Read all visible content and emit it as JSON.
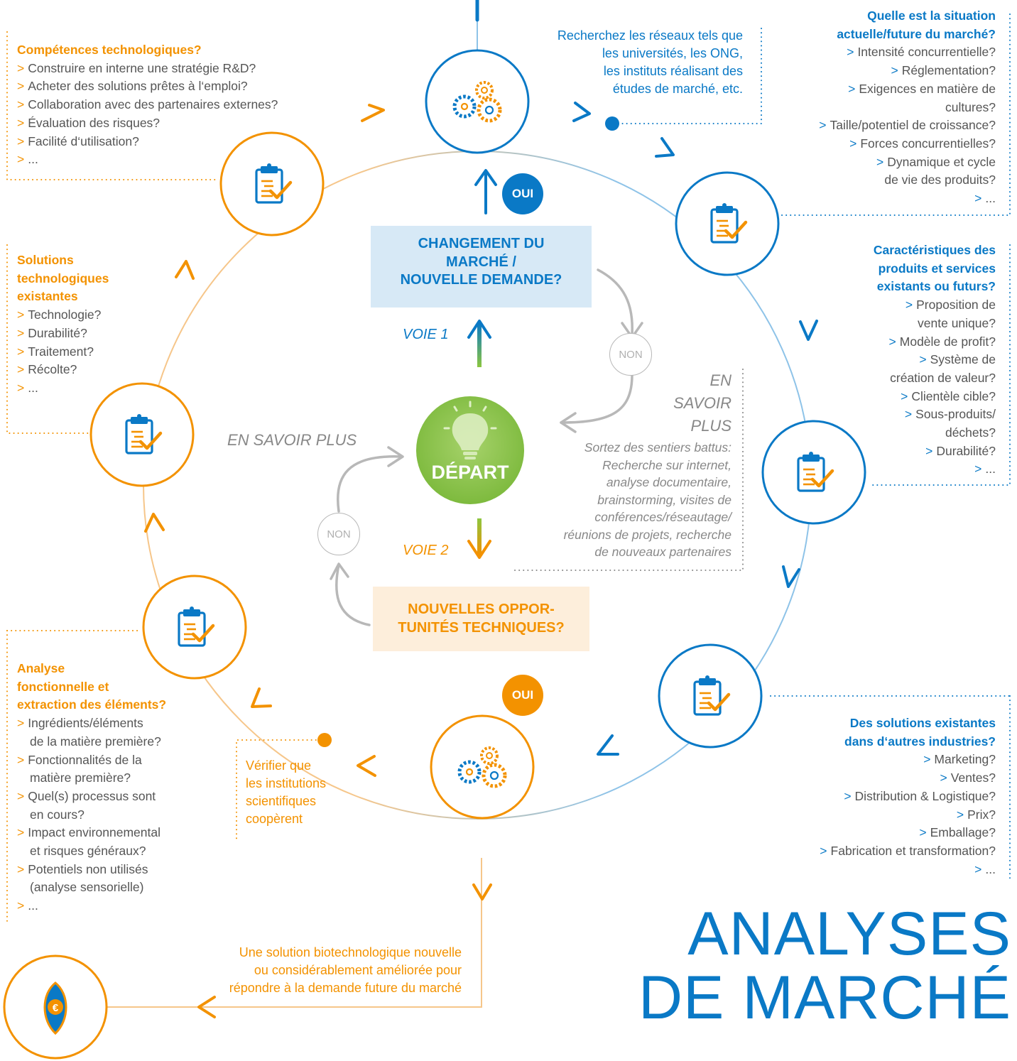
{
  "colors": {
    "blue": "#0a79c6",
    "orange": "#f39200",
    "green": "#8cc63f",
    "gray": "#b8b8b8",
    "text": "#555555"
  },
  "title": {
    "line1": "ANALYSES",
    "line2": "DE MARCHÉ"
  },
  "center": {
    "label": "DÉPART",
    "icon": "lightbulb-icon"
  },
  "question_market": {
    "lines": [
      "CHANGEMENT DU",
      "MARCHÉ /",
      "NOUVELLE DEMANDE?"
    ]
  },
  "question_tech": {
    "lines": [
      "NOUVELLES OPPOR-",
      "TUNITÉS TECHNIQUES?"
    ]
  },
  "voie1": "VOIE 1",
  "voie2": "VOIE 2",
  "oui_top": "OUI",
  "oui_bottom": "OUI",
  "non_right": "NON",
  "non_left": "NON",
  "en_savoir_plus_left": "EN SAVOIR PLUS",
  "en_savoir_plus_right": {
    "heading": [
      "EN",
      "SAVOIR",
      "PLUS"
    ],
    "text": [
      "Sortez des sentiers battus:",
      "Recherche sur internet,",
      "analyse documentaire,",
      "brainstorming, visites de",
      "conférences/réseautage/",
      "réunions de projets, recherche",
      "de nouveaux partenaires"
    ]
  },
  "network_note": [
    "Recherchez les réseaux tels que",
    "les universités, les ONG,",
    "les instituts réalisant des",
    "études de marché, etc."
  ],
  "verify_note": [
    "Vérifier que",
    "les institutions",
    "scientifiques",
    "coopèrent"
  ],
  "outcome_note": [
    "Une solution biotechnologique nouvelle",
    "ou considérablement améliorée pour",
    "répondre à la demande future du marché"
  ],
  "outcome_icon": "euro-leaf-icon",
  "blocks": {
    "competences": {
      "heading": [
        "Compétences technologiques?"
      ],
      "items": [
        "Construire en interne une stratégie R&D?",
        "Acheter des solutions prêtes à l‘emploi?",
        "Collaboration avec des partenaires externes?",
        "Évaluation des risques?",
        "Facilité d‘utilisation?",
        "..."
      ]
    },
    "solutions": {
      "heading": [
        "Solutions",
        "technologiques",
        "existantes"
      ],
      "items": [
        "Technologie?",
        "Durabilité?",
        "Traitement?",
        "Récolte?",
        "..."
      ]
    },
    "analyse": {
      "heading": [
        "Analyse",
        "fonctionnelle et",
        "extraction des éléments?"
      ],
      "items": [
        [
          "Ingrédients/éléments",
          "de la matière première?"
        ],
        [
          "Fonctionnalités de la",
          "matière première?"
        ],
        [
          "Quel(s) processus sont",
          "en cours?"
        ],
        [
          "Impact environnemental",
          "et risques généraux?"
        ],
        [
          "Potentiels non utilisés",
          "(analyse sensorielle)"
        ],
        [
          "..."
        ]
      ]
    },
    "situation": {
      "heading": [
        "Quelle est la situation",
        "actuelle/future du marché?"
      ],
      "items": [
        [
          "Intensité concurrentielle?"
        ],
        [
          "Réglementation?"
        ],
        [
          "Exigences en matière de",
          "cultures?"
        ],
        [
          "Taille/potentiel de croissance?"
        ],
        [
          "Forces concurrentielles?"
        ],
        [
          "Dynamique et cycle",
          "de vie des produits?"
        ],
        [
          "..."
        ]
      ]
    },
    "caracteristiques": {
      "heading": [
        "Caractéristiques des",
        "produits et services",
        "existants ou futurs?"
      ],
      "items": [
        [
          "Proposition de",
          "vente unique?"
        ],
        [
          "Modèle de profit?"
        ],
        [
          "Système de",
          "création de valeur?"
        ],
        [
          "Clientèle cible?"
        ],
        [
          "Sous-produits/",
          "déchets?"
        ],
        [
          "Durabilité?"
        ],
        [
          "..."
        ]
      ]
    },
    "industries": {
      "heading": [
        "Des solutions existantes",
        "dans d‘autres industries?"
      ],
      "items": [
        [
          "Marketing?"
        ],
        [
          "Ventes?"
        ],
        [
          "Distribution & Logistique?"
        ],
        [
          "Prix?"
        ],
        [
          "Emballage?"
        ],
        [
          "Fabrication et transformation?"
        ],
        [
          "..."
        ]
      ]
    }
  },
  "node_icons": [
    "gears-icon",
    "clipboard-check-icon"
  ]
}
